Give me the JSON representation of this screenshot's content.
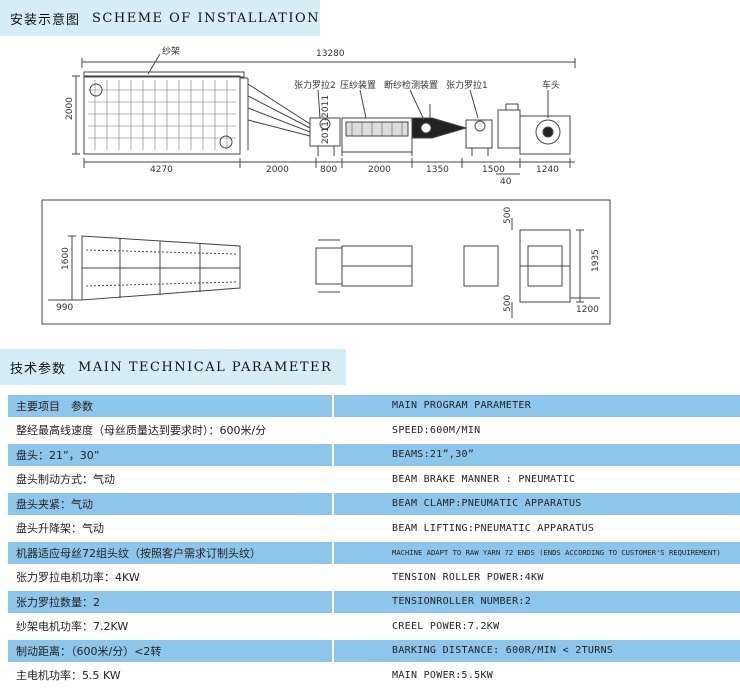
{
  "section1": {
    "cn": "安装示意图",
    "en": "SCHEME OF INSTALLATION"
  },
  "section2": {
    "cn": "技术参数",
    "en": "MAIN TECHNICAL PARAMETER"
  },
  "drawing": {
    "labels": {
      "creel": "纱架",
      "tension_roller_2": "张力罗拉2",
      "yarn_press": "压纱装置",
      "break_detector": "断纱检测装置",
      "tension_roller_1": "张力罗拉1",
      "headstock": "车头"
    },
    "dims": {
      "total_length": "13280",
      "height": "2000",
      "creel_length": "4270",
      "gap": "2000",
      "d800": "800",
      "d2000": "2000",
      "d1350": "1350",
      "d1500": "1500",
      "d1240": "1240",
      "d40": "40",
      "plan_1600": "1600",
      "plan_990": "990",
      "plan_500_top": "500",
      "plan_500_bottom": "500",
      "plan_1935": "1935",
      "plan_1200": "1200",
      "stamp": "2011-2011"
    }
  },
  "table": {
    "rows": [
      {
        "cn": "主要项目　参数",
        "en": "MAIN  PROGRAM  PARAMETER"
      },
      {
        "cn": "整经最高线速度（母丝质量达到要求时）：600米/分",
        "en": "SPEED:600M/MIN"
      },
      {
        "cn": "盘头：21”，30”",
        "en": "BEAMS:21”,30”"
      },
      {
        "cn": "盘头制动方式：气动",
        "en": "BEAM  BRAKE MANNER : PNEUMATIC"
      },
      {
        "cn": "盘头夹紧：气动",
        "en": "BEAM  CLAMP:PNEUMATIC  APPARATUS"
      },
      {
        "cn": "盘头升降架：气动",
        "en": "BEAM  LIFTING:PNEUMATIC  APPARATUS"
      },
      {
        "cn": "机器适应母丝72组头纹（按照客户需求订制头纹）",
        "en": "MACHINE ADAPT TO RAW YARN 72 ENDS (ENDS ACCORDING TO CUSTOMER'S REQUIREMENT)"
      },
      {
        "cn": "张力罗拉电机功率：4KW",
        "en": "TENSION  ROLLER  POWER:4KW"
      },
      {
        "cn": "张力罗拉数量：2",
        "en": "TENSIONROLLER  NUMBER:2"
      },
      {
        "cn": "纱架电机功率：7.2KW",
        "en": "CREEL  POWER:7.2KW"
      },
      {
        "cn": "制动距离：（600米/分）<2转",
        "en": "BARKING  DISTANCE: 600R/MIN < 2TURNS"
      },
      {
        "cn": "主电机功率：5.5 KW",
        "en": "MAIN  POWER:5.5KW"
      }
    ]
  },
  "colors": {
    "header_bg": "#d6ecf6",
    "row_blue": "#8dc6ea"
  }
}
